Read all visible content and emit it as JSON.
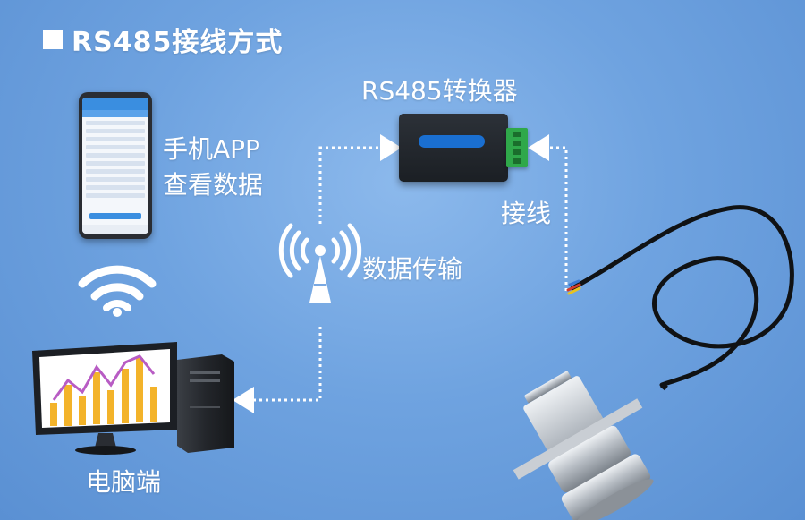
{
  "title": "RS485接线方式",
  "labels": {
    "converter": "RS485转换器",
    "phone_line1": "手机APP",
    "phone_line2": "查看数据",
    "wiring": "接线",
    "transmission": "数据传输",
    "computer": "电脑端"
  },
  "icons": {
    "wifi": "wifi-icon",
    "antenna": "antenna-icon"
  },
  "colors": {
    "background": "#6fa3e0",
    "line": "#ffffff",
    "converter_body": "#1b1f24",
    "terminal": "#2fa84a",
    "chart_bar": "#f3b32a",
    "chart_line": "#b85cc4"
  }
}
